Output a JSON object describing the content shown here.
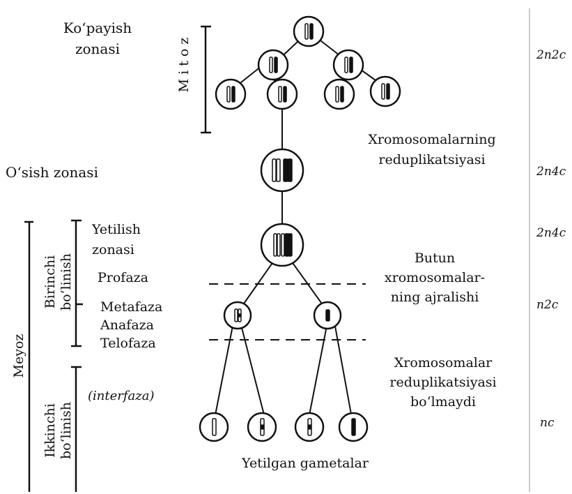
{
  "labels": {
    "kopayish_1": "Ko‘payish",
    "kopayish_2": "zonasi",
    "mitoz": "Mitoz",
    "osish": "O‘sish zonasi",
    "yetilish_1": "Yetilish",
    "yetilish_2": "zonasi",
    "profaza": "Profaza",
    "metafaza": "Metafaza",
    "anafaza": "Anafaza",
    "telofaza": "Telofaza",
    "interfaza": "(interfaza)",
    "meyoz": "Meyoz",
    "birinchi_1": "Birinchi",
    "birinchi_2": "bo‘linish",
    "ikkinchi_1": "Ikkinchi",
    "ikkinchi_2": "bo‘linish",
    "redup_1": "Xromosomalarning",
    "redup_2": "reduplikatsiyasi",
    "butun_1": "Butun",
    "butun_2": "xromosomalar-",
    "butun_3": "ning ajralishi",
    "noredup_1": "Xromosomalar",
    "noredup_2": "reduplikatsiyasi",
    "noredup_3": "bo‘lmaydi",
    "gametalar": "Yetilgan gametalar"
  },
  "ploidy": [
    "2n2c",
    "2n4c",
    "2n4c",
    "n2c",
    "nc"
  ]
}
